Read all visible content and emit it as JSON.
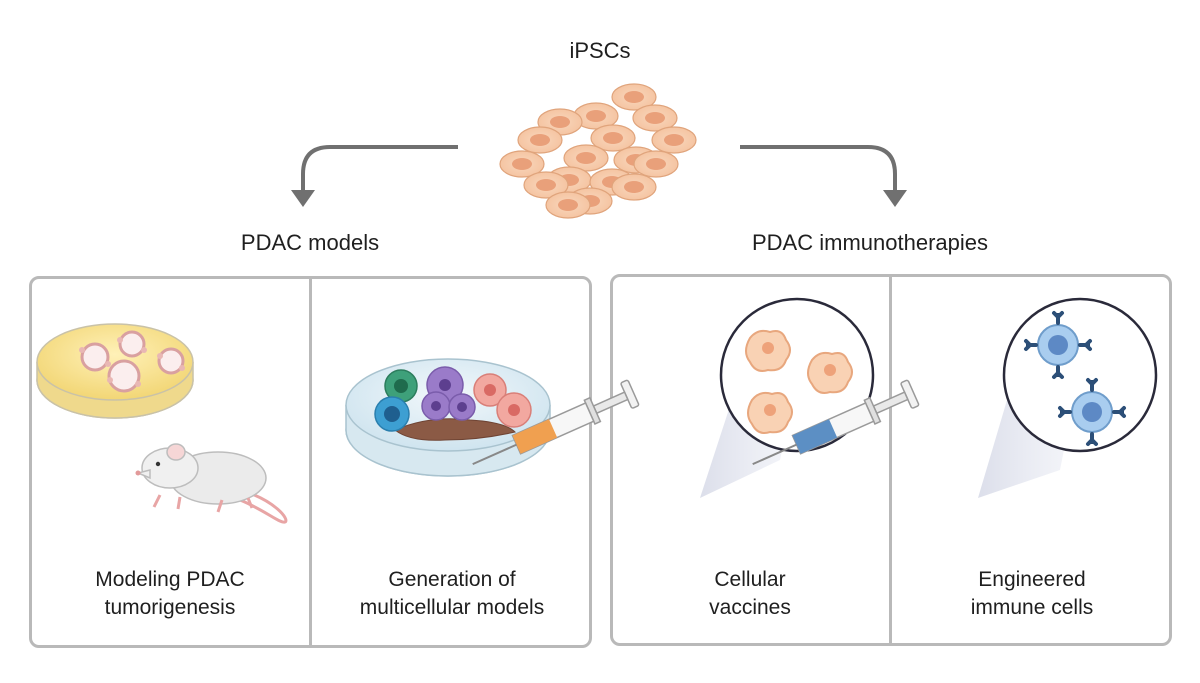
{
  "source": {
    "label": "iPSCs"
  },
  "branches": {
    "left": {
      "label": "PDAC models"
    },
    "right": {
      "label": "PDAC immunotherapies"
    }
  },
  "panels": [
    {
      "caption": "Modeling PDAC\ntumorigenesis"
    },
    {
      "caption": "Generation of\nmulticellular models"
    },
    {
      "caption": "Cellular\nvaccines"
    },
    {
      "caption": "Engineered\nimmune cells"
    }
  ],
  "colors": {
    "arrow": "#707070",
    "panel_border": "#b9b9b9",
    "ipsc_cell": "#f6c9a8",
    "ipsc_nucleus": "#e9a07a",
    "dish_agar": "#f6df86",
    "vaccine_fluid": "#f0a050",
    "tcell_fluid": "#5c8fc4",
    "immune_cell": "#9ec3ea"
  }
}
